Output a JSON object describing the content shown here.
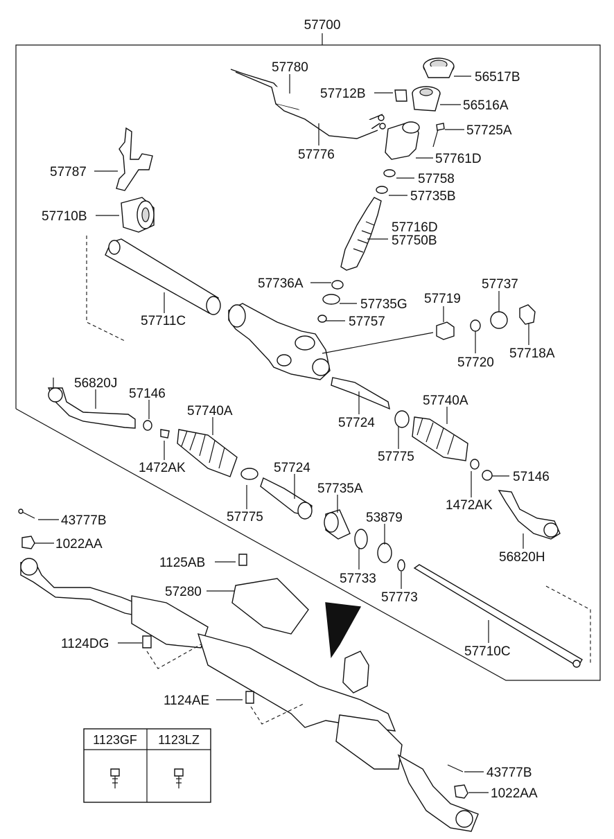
{
  "assembly_number": "57700",
  "labels": [
    {
      "id": "57780",
      "text": "57780"
    },
    {
      "id": "56517B",
      "text": "56517B"
    },
    {
      "id": "57712B",
      "text": "57712B"
    },
    {
      "id": "56516A",
      "text": "56516A"
    },
    {
      "id": "57725A",
      "text": "57725A"
    },
    {
      "id": "57776",
      "text": "57776"
    },
    {
      "id": "57761D",
      "text": "57761D"
    },
    {
      "id": "57787",
      "text": "57787"
    },
    {
      "id": "57758",
      "text": "57758"
    },
    {
      "id": "57735B",
      "text": "57735B"
    },
    {
      "id": "57710B",
      "text": "57710B"
    },
    {
      "id": "57716D",
      "text": "57716D"
    },
    {
      "id": "57750B",
      "text": "57750B"
    },
    {
      "id": "57736A",
      "text": "57736A"
    },
    {
      "id": "57737",
      "text": "57737"
    },
    {
      "id": "57735G",
      "text": "57735G"
    },
    {
      "id": "57719",
      "text": "57719"
    },
    {
      "id": "57711C",
      "text": "57711C"
    },
    {
      "id": "57757",
      "text": "57757"
    },
    {
      "id": "57718A",
      "text": "57718A"
    },
    {
      "id": "57720",
      "text": "57720"
    },
    {
      "id": "56820J",
      "text": "56820J"
    },
    {
      "id": "57146a",
      "text": "57146"
    },
    {
      "id": "57740Aa",
      "text": "57740A"
    },
    {
      "id": "57740Ab",
      "text": "57740A"
    },
    {
      "id": "57724a",
      "text": "57724"
    },
    {
      "id": "57775a",
      "text": "57775"
    },
    {
      "id": "1472AKa",
      "text": "1472AK"
    },
    {
      "id": "57724b",
      "text": "57724"
    },
    {
      "id": "57146b",
      "text": "57146"
    },
    {
      "id": "57735A",
      "text": "57735A"
    },
    {
      "id": "1472AKb",
      "text": "1472AK"
    },
    {
      "id": "57775b",
      "text": "57775"
    },
    {
      "id": "43777Ba",
      "text": "43777B"
    },
    {
      "id": "53879",
      "text": "53879"
    },
    {
      "id": "1022AAa",
      "text": "1022AA"
    },
    {
      "id": "56820H",
      "text": "56820H"
    },
    {
      "id": "1125AB",
      "text": "1125AB"
    },
    {
      "id": "57733",
      "text": "57733"
    },
    {
      "id": "57773",
      "text": "57773"
    },
    {
      "id": "57280",
      "text": "57280"
    },
    {
      "id": "1124DG",
      "text": "1124DG"
    },
    {
      "id": "57710C",
      "text": "57710C"
    },
    {
      "id": "1124AE",
      "text": "1124AE"
    },
    {
      "id": "43777Bb",
      "text": "43777B"
    },
    {
      "id": "1022AAb",
      "text": "1022AA"
    }
  ],
  "bolt_table": {
    "columns": [
      "1123GF",
      "1123LZ"
    ]
  }
}
